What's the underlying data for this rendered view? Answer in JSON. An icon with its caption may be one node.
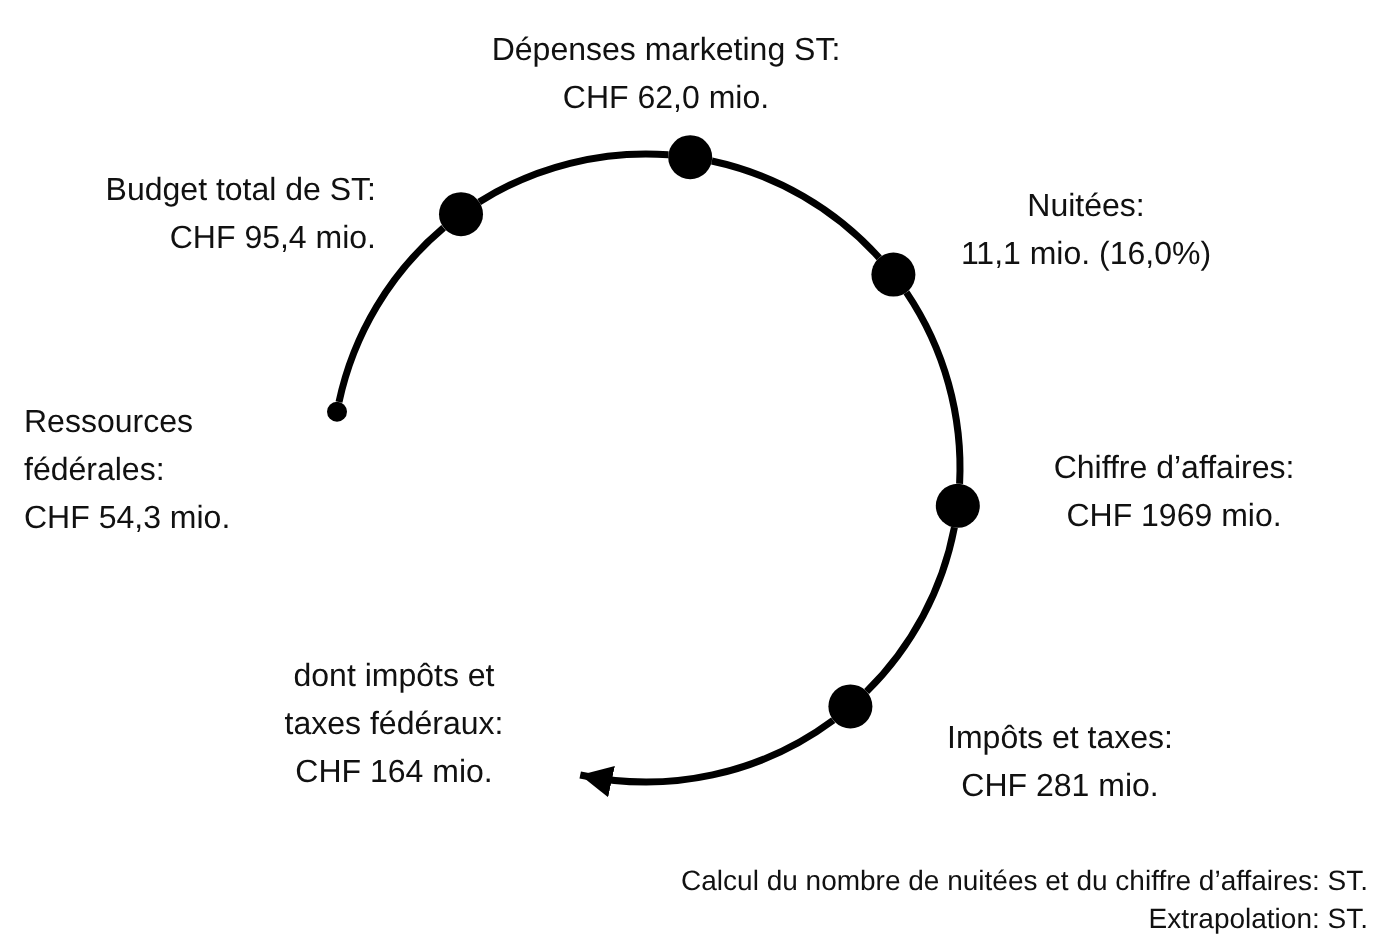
{
  "diagram": {
    "nodes": [
      {
        "text": [],
        "shape": "circle",
        "beside": [
          "Ressources fédérales: CHF 54,3 mio."
        ]
      },
      {
        "text": [],
        "shape": "circle",
        "beside": [
          "Budget total de ST: CHF 95,4 mio."
        ]
      },
      {
        "text": [],
        "shape": "circle",
        "beside": [
          "Dépenses marketing ST: CHF 62,0 mio."
        ]
      },
      {
        "text": [],
        "shape": "circle",
        "beside": [
          "Nuitées: 11,1 mio. (16,0%)"
        ]
      },
      {
        "text": [],
        "shape": "circle",
        "beside": [
          "Chiffre d’affaires: CHF 1969 mio."
        ]
      },
      {
        "text": [],
        "shape": "circle",
        "beside": [
          "Impôts et taxes: CHF 281 mio."
        ]
      },
      {
        "text": [
          "dont impôts et taxes fédéraux: CHF 164 mio."
        ]
      }
    ],
    "edges": [
      {
        "from": 0,
        "to": 1,
        "arrow": "none"
      },
      {
        "from": 1,
        "to": 2,
        "arrow": "none"
      },
      {
        "from": 2,
        "to": 3,
        "arrow": "none"
      },
      {
        "from": 3,
        "to": 4,
        "arrow": "none"
      },
      {
        "from": 4,
        "to": 5,
        "arrow": "none"
      },
      {
        "from": 5,
        "to": 6,
        "arrow": "to"
      }
    ],
    "labels": [
      "Calcul du nombre de nuitées et du chiffre d’affaires: ST.",
      "Extrapolation: ST."
    ]
  }
}
